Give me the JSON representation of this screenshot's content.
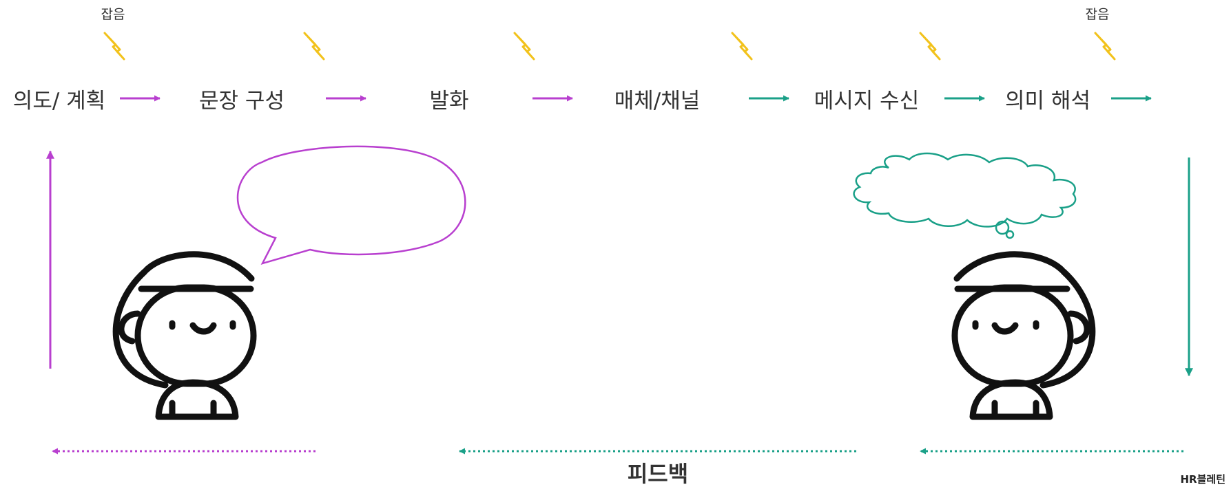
{
  "steps": [
    "의도/ 계획",
    "문장 구성",
    "발화",
    "매체/채널",
    "메시지 수신",
    "의미 해석"
  ],
  "noise_label": "잡음",
  "feedback_label": "피드백",
  "brand": "HR블레틴",
  "icons": {
    "noise": "lightning-icon",
    "sender": "person-headset-icon",
    "receiver": "person-headset-icon",
    "speech": "speech-bubble-icon",
    "thought": "thought-cloud-icon"
  },
  "colors": {
    "sender_flow": "#b83fcf",
    "receiver_flow": "#1aa088",
    "noise": "#f2c21b",
    "text": "#333333",
    "figure": "#111111"
  }
}
